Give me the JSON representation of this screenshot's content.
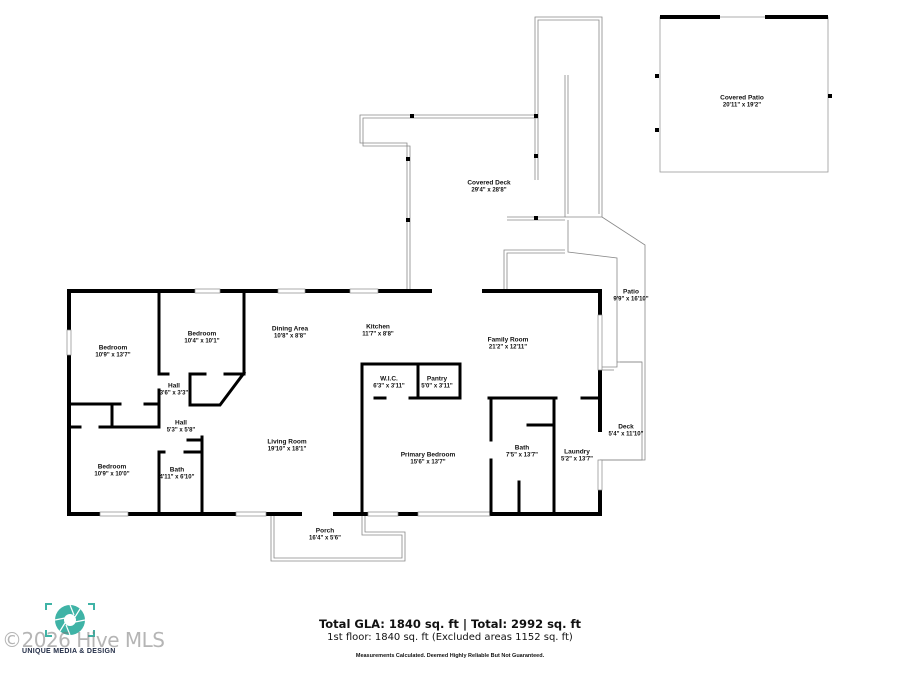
{
  "rooms": {
    "bedroom_1": {
      "name": "Bedroom",
      "dim": "10'9\" x 13'7\""
    },
    "bedroom_2": {
      "name": "Bedroom",
      "dim": "10'4\" x 10'1\""
    },
    "hall_1": {
      "name": "Hall",
      "dim": "3'6\" x 3'3\""
    },
    "hall_2": {
      "name": "Hall",
      "dim": "5'3\" x 5'8\""
    },
    "bedroom_3": {
      "name": "Bedroom",
      "dim": "10'9\" x 10'0\""
    },
    "bath_1": {
      "name": "Bath",
      "dim": "4'11\" x 6'10\""
    },
    "dining": {
      "name": "Dining Area",
      "dim": "10'8\" x 8'8\""
    },
    "kitchen": {
      "name": "Kitchen",
      "dim": "11'7\" x 8'8\""
    },
    "wic": {
      "name": "W.I.C.",
      "dim": "6'3\" x 3'11\""
    },
    "pantry": {
      "name": "Pantry",
      "dim": "5'0\" x 3'11\""
    },
    "family": {
      "name": "Family Room",
      "dim": "21'2\" x 12'11\""
    },
    "living": {
      "name": "Living Room",
      "dim": "19'10\" x 18'1\""
    },
    "primary": {
      "name": "Primary Bedroom",
      "dim": "15'6\" x 13'7\""
    },
    "bath_2": {
      "name": "Bath",
      "dim": "7'5\" x 13'7\""
    },
    "laundry": {
      "name": "Laundry",
      "dim": "5'2\" x 13'7\""
    },
    "deck": {
      "name": "Deck",
      "dim": "5'4\" x 11'10\""
    },
    "patio": {
      "name": "Patio",
      "dim": "9'9\" x 16'10\""
    },
    "covered_deck": {
      "name": "Covered Deck",
      "dim": "29'4\" x 28'8\""
    },
    "covered_patio": {
      "name": "Covered Patio",
      "dim": "20'11\" x 19'2\""
    },
    "porch": {
      "name": "Porch",
      "dim": "16'4\" x 5'6\""
    }
  },
  "summary": {
    "line1": "Total GLA: 1840 sq. ft | Total: 2992 sq. ft",
    "line2": "1st floor: 1840 sq. ft (Excluded areas 1152 sq. ft)",
    "disclaimer": "Measurements Calculated. Deemed Highly Reliable But Not Guaranteed."
  },
  "branding": {
    "company": "UNIQUE MEDIA & DESIGN",
    "watermark": "©2026 Hive MLS",
    "logo_color": "#3fb3a6"
  }
}
